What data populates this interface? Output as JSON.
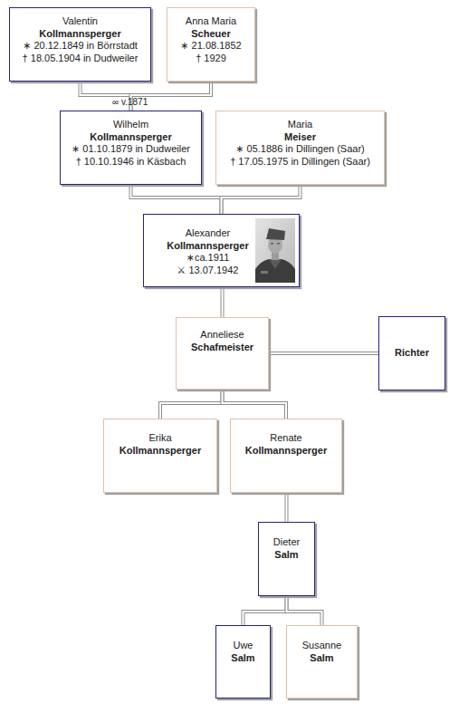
{
  "diagram": {
    "nodes": [
      {
        "text": [
          "Valentin",
          "Kollmannsperger",
          "∗ 20.12.1849 in Börrstadt",
          "† 18.05.1904 in Dudweiler"
        ]
      },
      {
        "text": [
          "Anna Maria",
          "Scheuer",
          "∗ 21.08.1852",
          "† 1929"
        ]
      },
      {
        "text": [
          "Wilhelm",
          "Kollmannsperger",
          "∗ 01.10.1879 in Dudweiler",
          "† 10.10.1946 in Käsbach"
        ]
      },
      {
        "text": [
          "Maria",
          "Meiser",
          "∗ 05.1886 in Dillingen (Saar)",
          "† 17.05.1975 in Dillingen (Saar)"
        ]
      },
      {
        "text": [
          "Alexander",
          "Kollmannsperger",
          "∗ca.1911",
          "⚔ 13.07.1942"
        ]
      },
      {
        "text": [
          "Anneliese",
          "Schafmeister"
        ]
      },
      {
        "text": [
          "Richter"
        ]
      },
      {
        "text": [
          "Erika",
          "Kollmannsperger"
        ]
      },
      {
        "text": [
          "Renate",
          "Kollmannsperger"
        ]
      },
      {
        "text": [
          "Dieter",
          "Salm"
        ]
      },
      {
        "text": [
          "Uwe",
          "Salm"
        ]
      },
      {
        "text": [
          "Susanne",
          "Salm"
        ]
      }
    ],
    "edges": [
      {
        "from": 0,
        "to": 2,
        "arrow": "none"
      },
      {
        "from": 1,
        "to": 2,
        "arrow": "none"
      },
      {
        "from": 2,
        "to": 4,
        "arrow": "none"
      },
      {
        "from": 3,
        "to": 4,
        "arrow": "none"
      },
      {
        "from": 4,
        "to": 5,
        "arrow": "none"
      },
      {
        "from": 5,
        "to": 6,
        "arrow": "none"
      },
      {
        "from": 5,
        "to": 7,
        "arrow": "none"
      },
      {
        "from": 5,
        "to": 8,
        "arrow": "none"
      },
      {
        "from": 8,
        "to": 9,
        "arrow": "none"
      },
      {
        "from": 9,
        "to": 10,
        "arrow": "none"
      },
      {
        "from": 9,
        "to": 11,
        "arrow": "none"
      }
    ],
    "labels": [
      "∞ v.1871"
    ]
  }
}
